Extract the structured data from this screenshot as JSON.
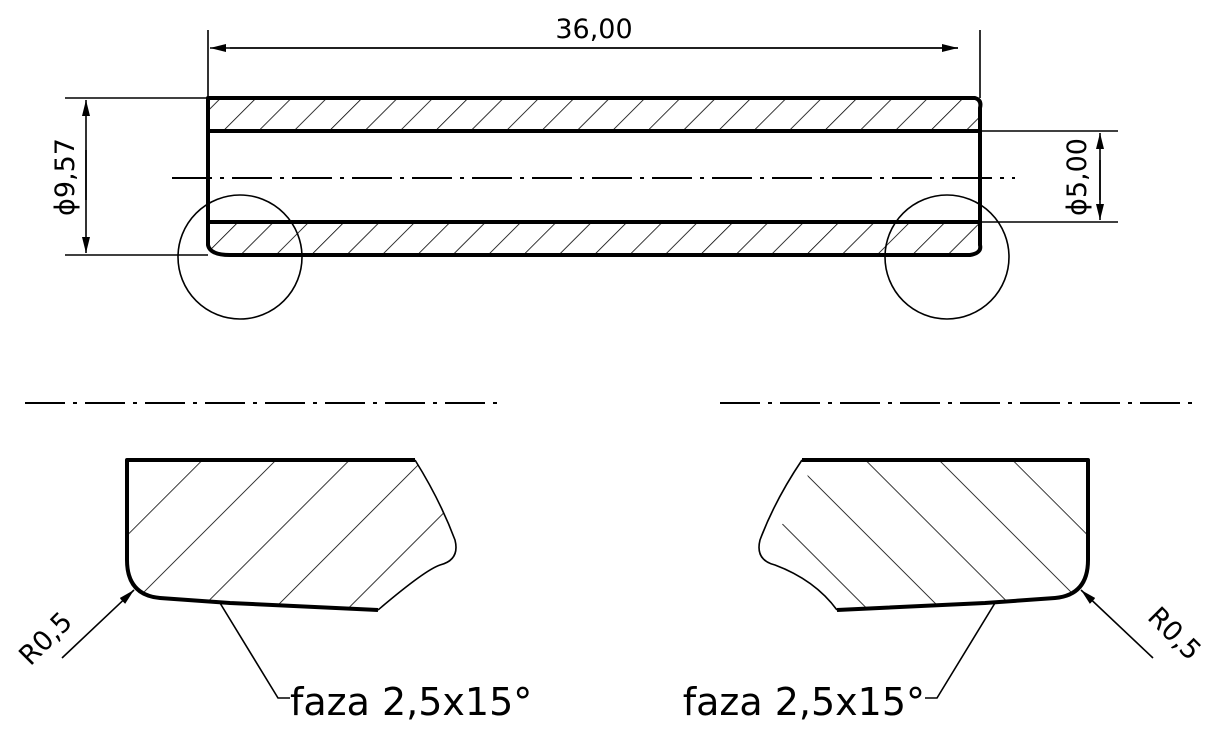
{
  "dimensions": {
    "length": "36,00",
    "outer_diameter": "ϕ9,57",
    "inner_diameter": "ϕ5,00"
  },
  "details": {
    "left": {
      "radius": "R0,5",
      "chamfer_note": "faza 2,5x15°"
    },
    "right": {
      "radius": "R0,5",
      "chamfer_note": "faza 2,5x15°"
    }
  }
}
